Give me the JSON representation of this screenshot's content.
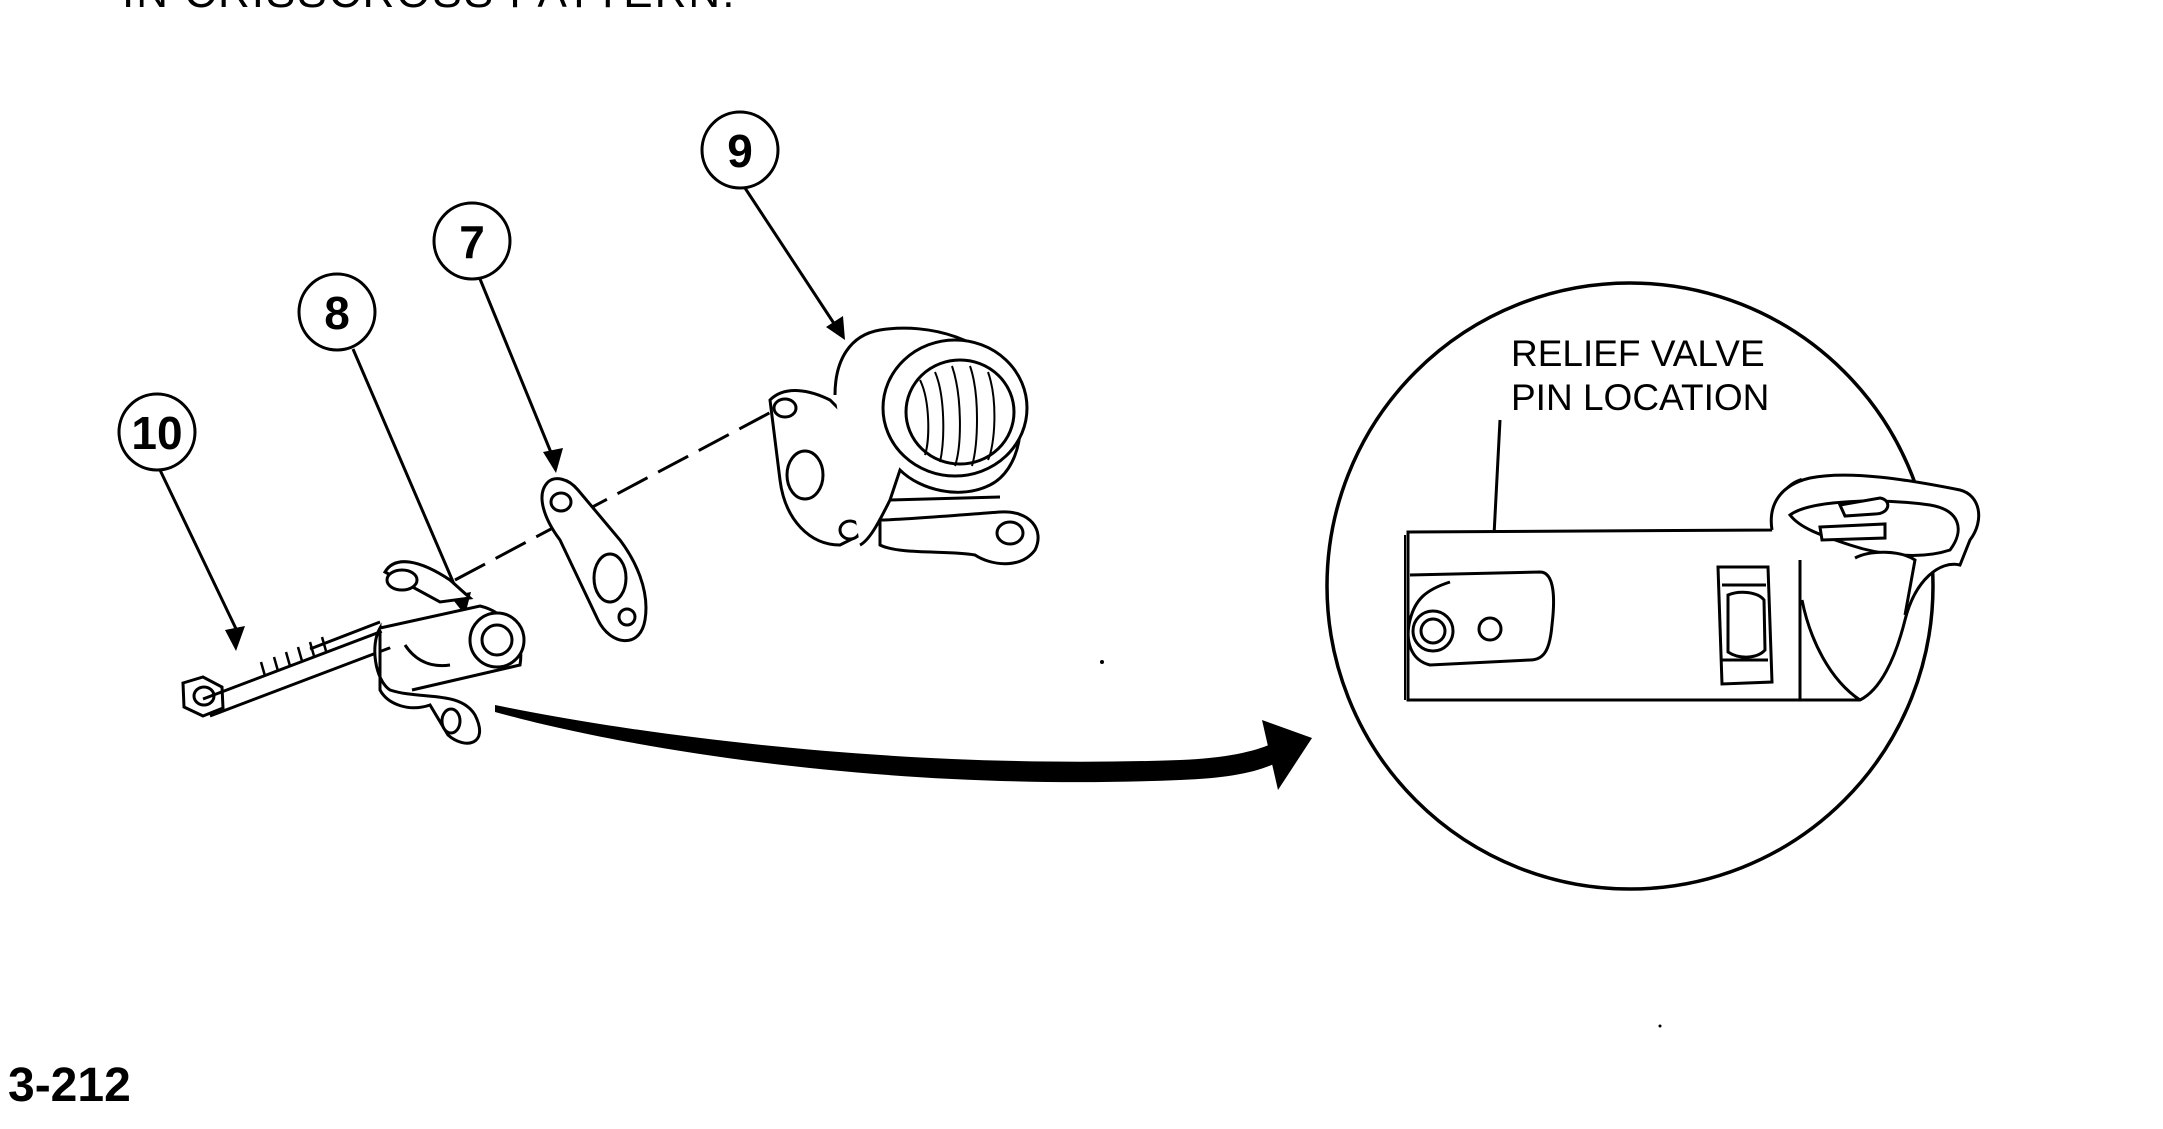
{
  "instruction_text": "IN CRISSCROSS PATTERN.",
  "page_number": "3-212",
  "callouts": {
    "item_10": "10",
    "item_8": "8",
    "item_7": "7",
    "item_9": "9"
  },
  "detail_view": {
    "label_line1": "RELIEF VALVE",
    "label_line2": "PIN LOCATION"
  }
}
